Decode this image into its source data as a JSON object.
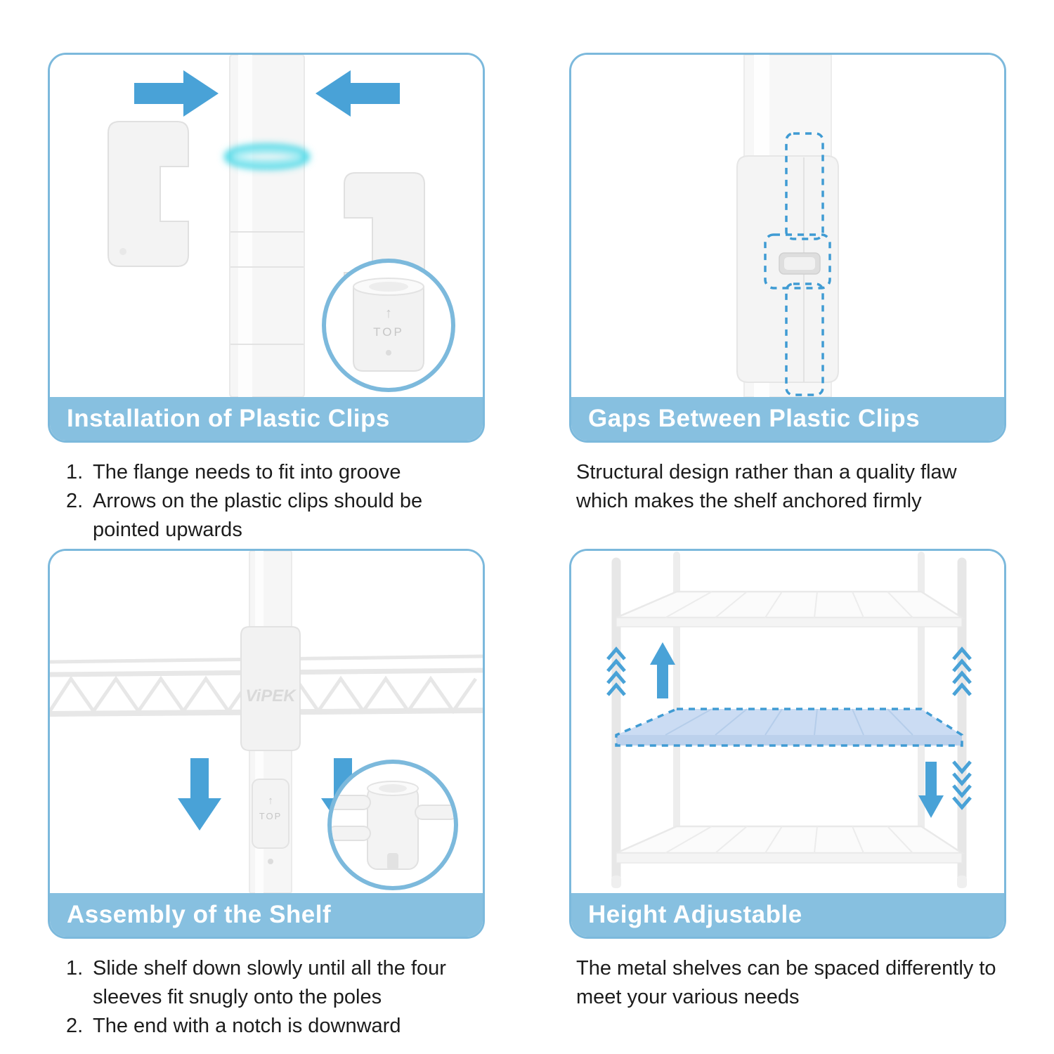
{
  "page": {
    "background": "#ffffff"
  },
  "colors": {
    "panel_border": "#7cb9dc",
    "banner_bg": "#87c0e0",
    "banner_text": "#ffffff",
    "body_text": "#1c1c1c",
    "arrow_blue": "#49a2d7",
    "dashed_blue": "#3f9bd3",
    "glow_cyan": "#45d7e6",
    "highlight_shelf": "#cbdcf3"
  },
  "panels": [
    {
      "title": "Installation of Plastic Clips",
      "items": [
        {
          "num": "1.",
          "text": "The flange needs to fit into groove"
        },
        {
          "num": "2.",
          "text": "Arrows on the plastic clips should be pointed upwards"
        }
      ]
    },
    {
      "title": "Gaps Between Plastic Clips",
      "paragraph": "Structural design rather than a quality flaw which makes the shelf anchored firmly"
    },
    {
      "title": "Assembly of the Shelf",
      "items": [
        {
          "num": "1.",
          "text": "Slide shelf down slowly until all the four sleeves fit snugly onto the poles"
        },
        {
          "num": "2.",
          "text": "The end with a notch is downward"
        }
      ]
    },
    {
      "title": "Height Adjustable",
      "paragraph": "The metal shelves can be spaced differently to meet your various needs"
    }
  ],
  "illustration": {
    "top_label": "TOP",
    "up_arrow": "↑",
    "brand": "ViPEK"
  }
}
